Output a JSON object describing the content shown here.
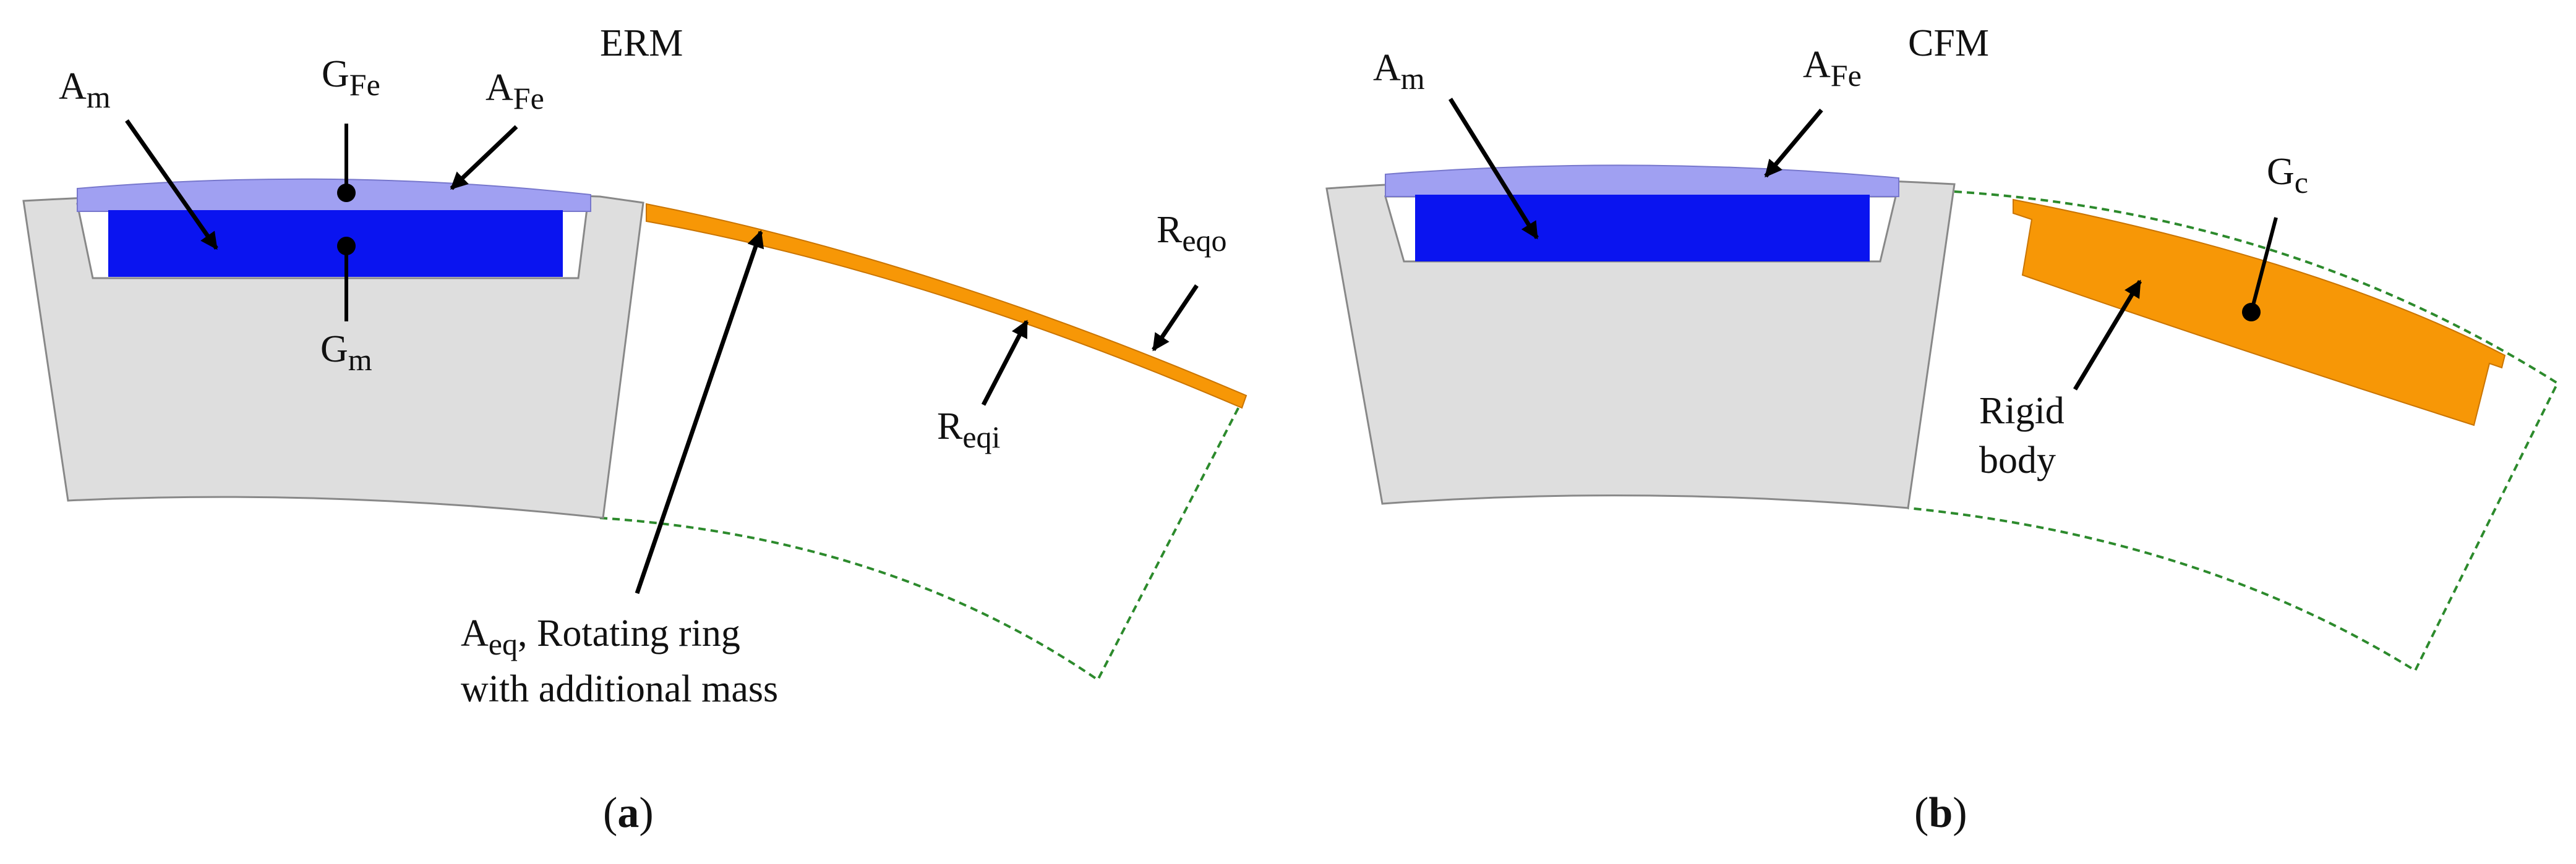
{
  "colors": {
    "rotor_gray": "#dedede",
    "magnet_blue": "#0a14f0",
    "iron_lavender": "#a0a0f2",
    "ring_orange": "#f79706",
    "outline": "#888888",
    "dashed_green": "#2c8a2c",
    "arrow": "#000000"
  },
  "panel_a": {
    "title": "ERM",
    "a_m": {
      "main": "A",
      "sub": "m"
    },
    "g_fe": {
      "main": "G",
      "sub": "Fe"
    },
    "a_fe": {
      "main": "A",
      "sub": "Fe"
    },
    "g_m": {
      "main": "G",
      "sub": "m"
    },
    "r_eqo": {
      "main": "R",
      "sub": "eqo"
    },
    "r_eqi": {
      "main": "R",
      "sub": "eqi"
    },
    "a_eq": {
      "main": "A",
      "sub": "eq",
      "rest": ", Rotating ring",
      "line2": "with additional mass"
    },
    "caption": {
      "open": "(",
      "letter": "a",
      "close": ")"
    }
  },
  "panel_b": {
    "title": "CFM",
    "a_m": {
      "main": "A",
      "sub": "m"
    },
    "a_fe": {
      "main": "A",
      "sub": "Fe"
    },
    "g_c": {
      "main": "G",
      "sub": "c"
    },
    "rigid": {
      "line1": "Rigid",
      "line2": "body"
    },
    "caption": {
      "open": "(",
      "letter": "b",
      "close": ")"
    }
  }
}
